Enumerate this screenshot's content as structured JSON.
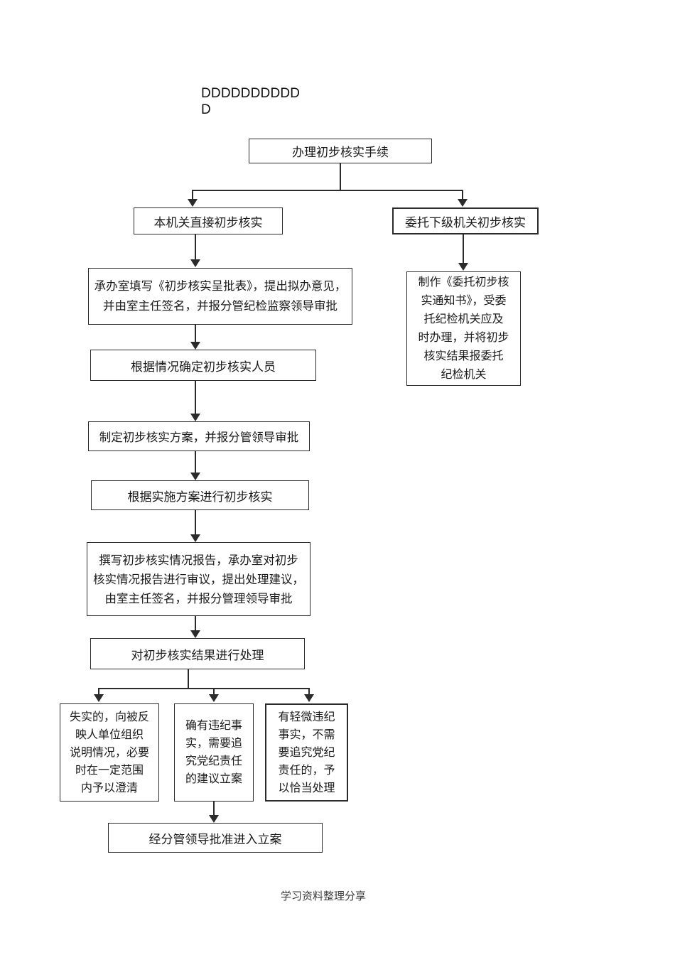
{
  "document": {
    "title": "DDDDDDDDDD\nD",
    "footer": "学习资料整理分享"
  },
  "chart_data": {
    "type": "diagram",
    "diagram_kind": "flowchart",
    "orientation": "top-down",
    "title": "DDDDDDDDDD D",
    "nodes": [
      {
        "id": "start",
        "label": "办理初步核实手续",
        "shape": "rect",
        "level": 0
      },
      {
        "id": "self",
        "label": "本机关直接初步核实",
        "shape": "rect",
        "level": 1,
        "branch": "left"
      },
      {
        "id": "delegate",
        "label": "委托下级机关初步核实",
        "shape": "rect",
        "level": 1,
        "branch": "right"
      },
      {
        "id": "fillform",
        "label": "承办室填写《初步核实呈批表》，提出拟办意见，\n并由室主任签名，并报分管纪检监察领导审批",
        "shape": "rect",
        "level": 2,
        "branch": "left"
      },
      {
        "id": "notice",
        "label": "制作《委托初步核\n实通知书》，受委\n托纪检机关应及\n时办理，并将初步\n核实结果报委托\n纪检机关",
        "shape": "rect",
        "level": 2,
        "branch": "right"
      },
      {
        "id": "staff",
        "label": "根据情况确定初步核实人员",
        "shape": "rect",
        "level": 3,
        "branch": "left"
      },
      {
        "id": "plan",
        "label": "制定初步核实方案，并报分管领导审批",
        "shape": "rect",
        "level": 4,
        "branch": "left"
      },
      {
        "id": "execute",
        "label": "根据实施方案进行初步核实",
        "shape": "rect",
        "level": 5,
        "branch": "left"
      },
      {
        "id": "report",
        "label": "撰写初步核实情况报告，承办室对初步\n核实情况报告进行审议，提出处理建议，\n由室主任签名，并报分管理领导审批",
        "shape": "rect",
        "level": 6,
        "branch": "left"
      },
      {
        "id": "handle",
        "label": "对初步核实结果进行处理",
        "shape": "rect",
        "level": 7,
        "branch": "left"
      },
      {
        "id": "false",
        "label": "失实的，向被反\n映人单位组织\n说明情况，必要\n时在一定范围\n内予以澄清",
        "shape": "rect",
        "level": 8,
        "branch": "outcome-1"
      },
      {
        "id": "violation",
        "label": "确有违纪事\n实，需要追\n究党纪责任\n的建议立案",
        "shape": "rect",
        "level": 8,
        "branch": "outcome-2"
      },
      {
        "id": "minor",
        "label": "有轻微违纪\n事实，不需\n要追究党纪\n责任的，予\n以恰当处理",
        "shape": "rect",
        "level": 8,
        "branch": "outcome-3"
      },
      {
        "id": "filecase",
        "label": "经分管领导批准进入立案",
        "shape": "rect",
        "level": 9
      }
    ],
    "edges": [
      {
        "from": "start",
        "to": "self",
        "style": "elbow-split",
        "arrow": true
      },
      {
        "from": "start",
        "to": "delegate",
        "style": "elbow-split",
        "arrow": true
      },
      {
        "from": "self",
        "to": "fillform",
        "style": "straight",
        "arrow": true
      },
      {
        "from": "delegate",
        "to": "notice",
        "style": "straight",
        "arrow": true
      },
      {
        "from": "fillform",
        "to": "staff",
        "style": "straight",
        "arrow": true
      },
      {
        "from": "staff",
        "to": "plan",
        "style": "straight",
        "arrow": true
      },
      {
        "from": "plan",
        "to": "execute",
        "style": "straight",
        "arrow": true
      },
      {
        "from": "execute",
        "to": "report",
        "style": "straight",
        "arrow": true
      },
      {
        "from": "report",
        "to": "handle",
        "style": "straight",
        "arrow": true
      },
      {
        "from": "handle",
        "to": "false",
        "style": "elbow-split",
        "arrow": true
      },
      {
        "from": "handle",
        "to": "violation",
        "style": "elbow-split",
        "arrow": true
      },
      {
        "from": "handle",
        "to": "minor",
        "style": "elbow-split",
        "arrow": true
      },
      {
        "from": "violation",
        "to": "filecase",
        "style": "straight",
        "arrow": true
      }
    ],
    "colors": {
      "stroke": "#2b2b2b",
      "fill": "#ffffff",
      "text": "#1a1a1a",
      "background": "#ffffff"
    }
  }
}
